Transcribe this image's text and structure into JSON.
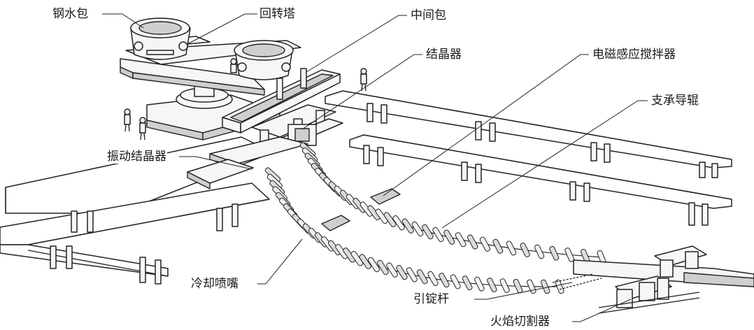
{
  "labels": {
    "ladle": "钢水包",
    "turret": "回转塔",
    "tundish": "中间包",
    "mold": "结晶器",
    "emstirrer": "电磁感应搅拌器",
    "rolls": "支承导辊",
    "oscillator": "振动结晶器",
    "spray": "冷却喷嘴",
    "dummybar": "引锭杆",
    "cutter": "火焰切割器"
  },
  "colors": {
    "line": "#222222",
    "fill": "#f6f6f6",
    "shade": "#cfcfcf",
    "background": "#ffffff"
  }
}
